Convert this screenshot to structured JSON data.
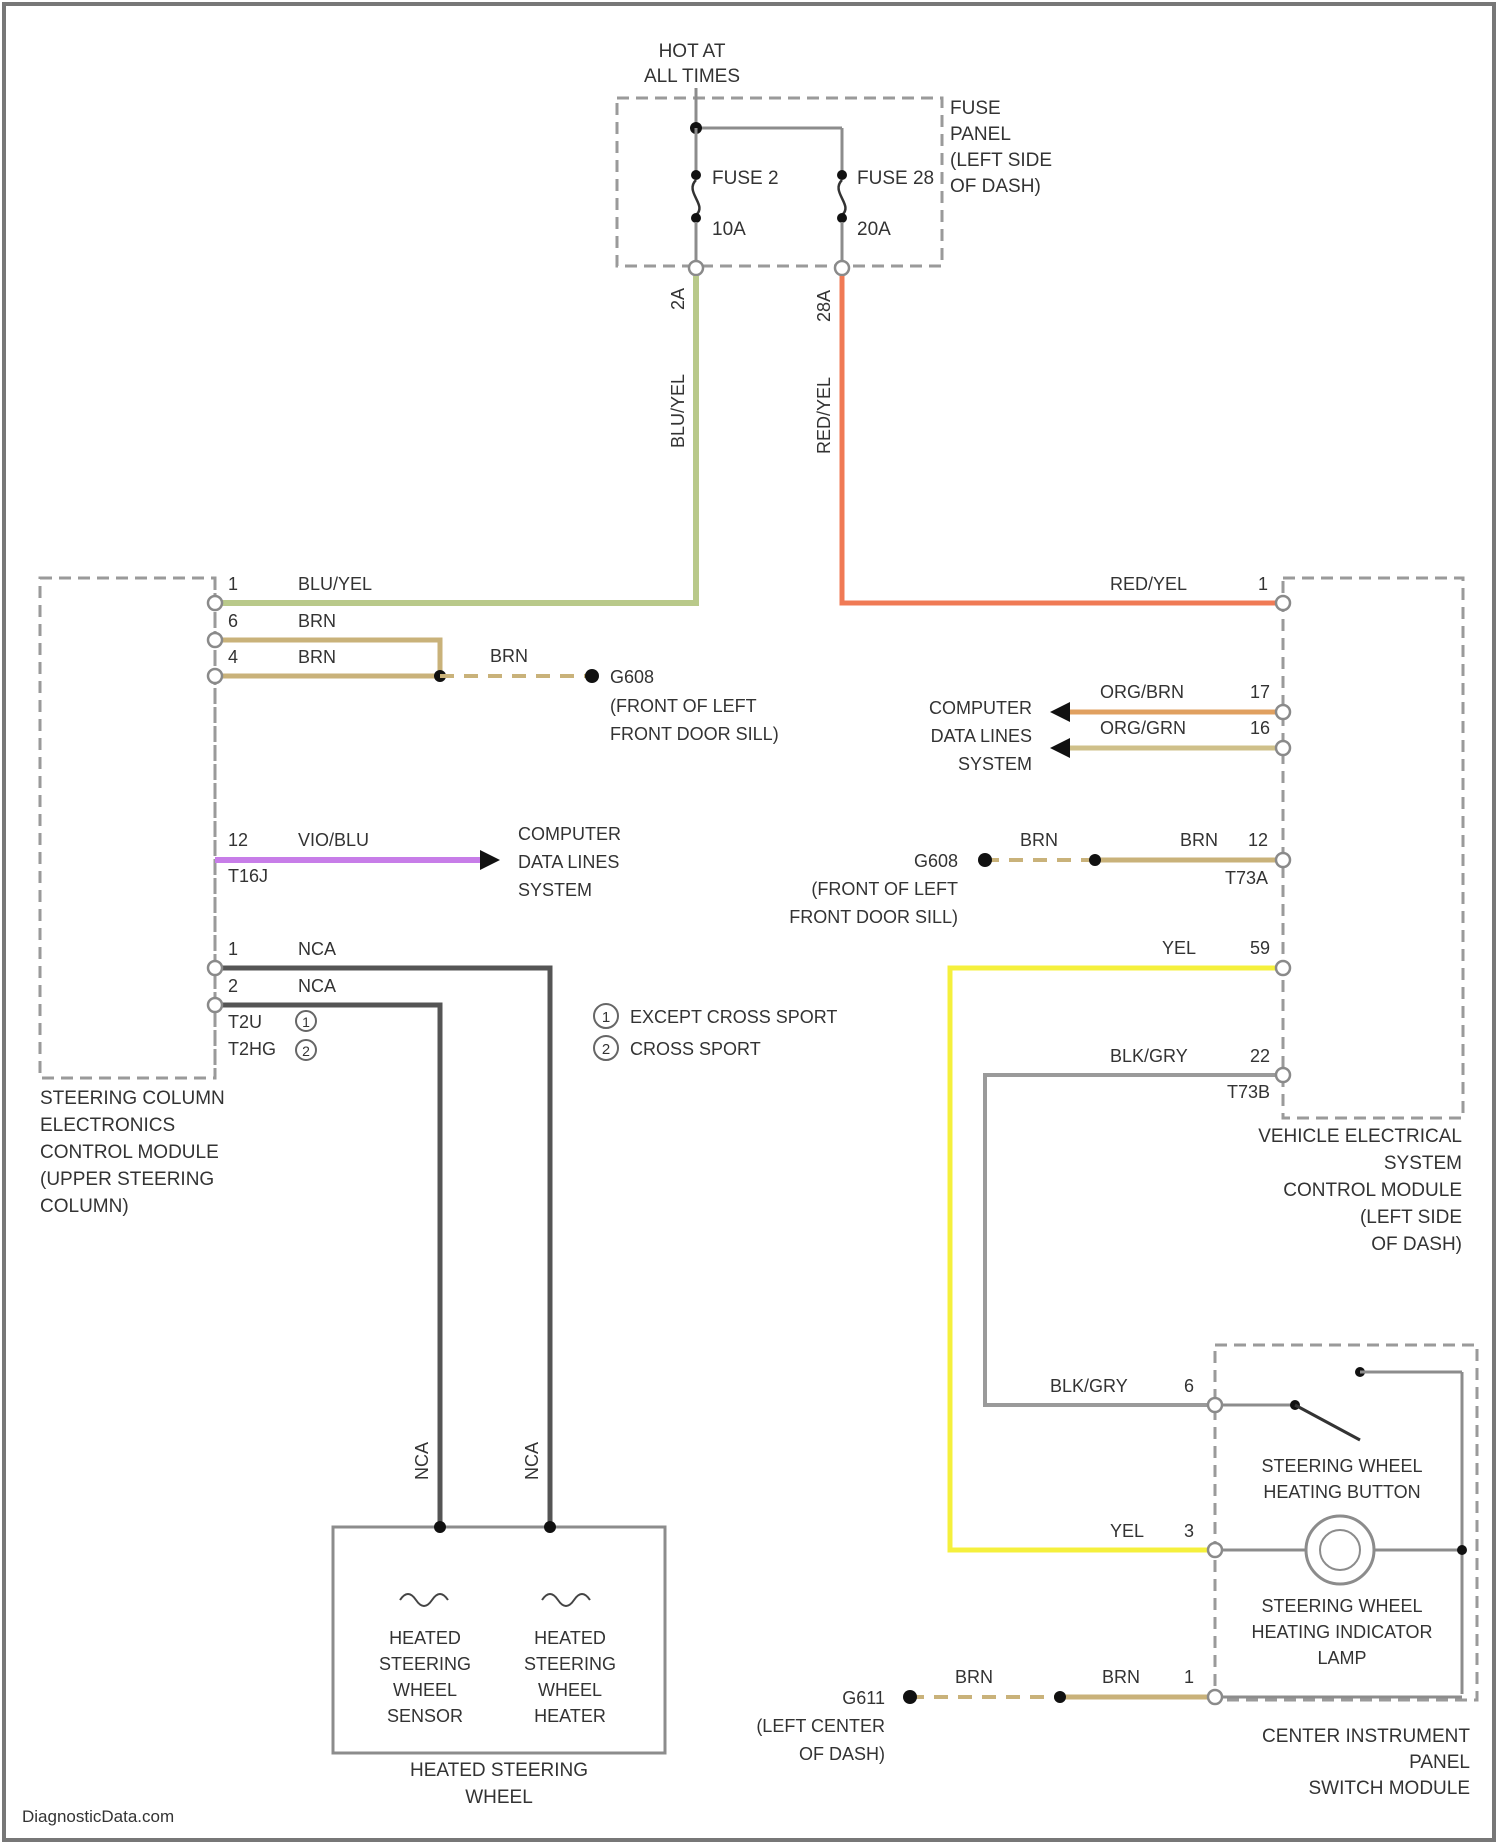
{
  "colors": {
    "bluyel": "#b9c98a",
    "redyel": "#f07a55",
    "brn": "#c9b27a",
    "viobl": "#c77de8",
    "nca": "#555555",
    "yel": "#f5f03c",
    "blkgry": "#9a9a9a",
    "orgbrn": "#e0a060",
    "orggrn": "#cfc08a"
  },
  "power": {
    "hot_line1": "HOT AT",
    "hot_line2": "ALL TIMES",
    "fuse_panel": [
      "FUSE",
      "PANEL",
      "(LEFT SIDE",
      "OF DASH)"
    ],
    "fuse_a_name": "FUSE 2",
    "fuse_a_amps": "10A",
    "fuse_a_pin": "2A",
    "fuse_b_name": "FUSE 28",
    "fuse_b_amps": "20A",
    "fuse_b_pin": "28A",
    "wire_a": "BLU/YEL",
    "wire_b": "RED/YEL"
  },
  "left_module": {
    "name": [
      "STEERING COLUMN",
      "ELECTRONICS",
      "CONTROL MODULE",
      "(UPPER STEERING",
      "COLUMN)"
    ],
    "pin1": "1",
    "pin1_wire": "BLU/YEL",
    "pin6": "6",
    "pin6_wire": "BRN",
    "pin4": "4",
    "pin4_wire": "BRN",
    "brn_ground": "BRN",
    "ground_id": "G608",
    "ground_loc": [
      "(FRONT OF LEFT",
      "FRONT DOOR SILL)"
    ],
    "pin12": "12",
    "pin12_wire": "VIO/BLU",
    "connector": "T16J",
    "cdl": [
      "COMPUTER",
      "DATA LINES",
      "SYSTEM"
    ],
    "nca1_pin": "1",
    "nca1_wire": "NCA",
    "nca2_pin": "2",
    "nca2_wire": "NCA",
    "conn_a": "T2U",
    "conn_a_note": "1",
    "conn_b": "T2HG",
    "conn_b_note": "2"
  },
  "notes": {
    "n1": "1",
    "n1_text": "EXCEPT CROSS SPORT",
    "n2": "2",
    "n2_text": "CROSS SPORT"
  },
  "right_module": {
    "name": [
      "VEHICLE ELECTRICAL",
      "SYSTEM",
      "CONTROL MODULE",
      "(LEFT SIDE",
      "OF DASH)"
    ],
    "pin1": "1",
    "pin1_wire": "RED/YEL",
    "pin17": "17",
    "pin17_wire": "ORG/BRN",
    "pin16": "16",
    "pin16_wire": "ORG/GRN",
    "cdl": [
      "COMPUTER",
      "DATA LINES",
      "SYSTEM"
    ],
    "ground_id": "G608",
    "ground_loc": [
      "(FRONT OF LEFT",
      "FRONT DOOR SILL)"
    ],
    "brn_a": "BRN",
    "brn_b": "BRN",
    "pin12": "12",
    "conn_a": "T73A",
    "pin59": "59",
    "pin59_wire": "YEL",
    "pin22": "22",
    "pin22_wire": "BLK/GRY",
    "conn_b": "T73B"
  },
  "switch_module": {
    "name": [
      "CENTER INSTRUMENT",
      "PANEL",
      "SWITCH MODULE"
    ],
    "pin6": "6",
    "pin6_wire": "BLK/GRY",
    "pin3": "3",
    "pin3_wire": "YEL",
    "pin1": "1",
    "brn_a": "BRN",
    "brn_b": "BRN",
    "ground_id": "G611",
    "ground_loc": [
      "(LEFT CENTER",
      "OF DASH)"
    ],
    "button": [
      "STEERING WHEEL",
      "HEATING BUTTON"
    ],
    "lamp": [
      "STEERING WHEEL",
      "HEATING INDICATOR",
      "LAMP"
    ]
  },
  "heated_wheel": {
    "name": [
      "HEATED STEERING",
      "WHEEL"
    ],
    "wire_a": "NCA",
    "wire_b": "NCA",
    "sensor": [
      "HEATED",
      "STEERING",
      "WHEEL",
      "SENSOR"
    ],
    "heater": [
      "HEATED",
      "STEERING",
      "WHEEL",
      "HEATER"
    ]
  },
  "footer": "DiagnosticData.com"
}
